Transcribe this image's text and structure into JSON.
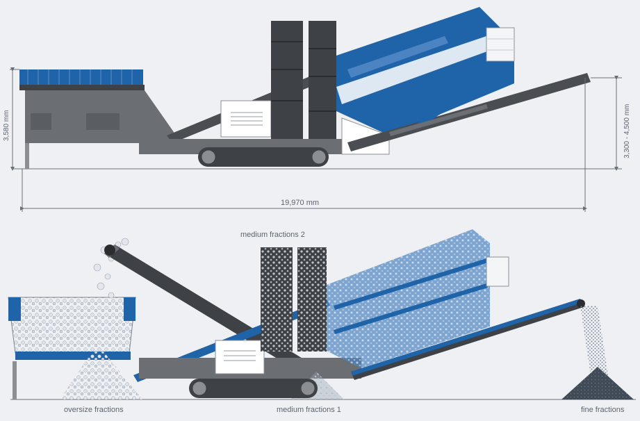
{
  "dimensions": {
    "height_left": "3,580 mm",
    "height_right": "3,300 - 4,500 mm",
    "length": "19,970 mm"
  },
  "labels": {
    "medium_fractions_2": "medium fractions 2",
    "oversize_fractions": "oversize fractions",
    "medium_fractions_1": "medium fractions 1",
    "fine_fractions": "fine fractions"
  },
  "colors": {
    "background": "#eef0f3",
    "machine_dark": "#4a4d52",
    "machine_mid": "#6b6e73",
    "accent_blue": "#1f64a8",
    "dimension_line": "#6a7078"
  }
}
